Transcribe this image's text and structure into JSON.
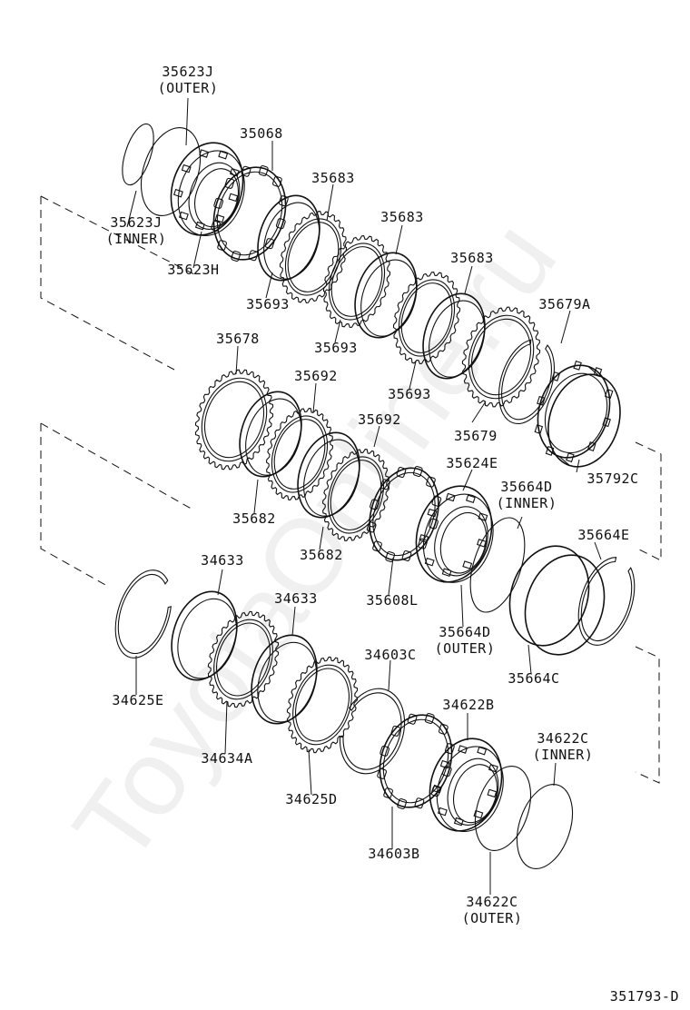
{
  "diagram_id": "351793-D",
  "watermark": "ToyotaOnline.ru",
  "parts": {
    "p35623J_outer": {
      "number": "35623J",
      "qualifier": "(OUTER)"
    },
    "p35623J_inner": {
      "number": "35623J",
      "qualifier": "(INNER)"
    },
    "p35068": {
      "number": "35068"
    },
    "p35623H": {
      "number": "35623H"
    },
    "p35683a": {
      "number": "35683"
    },
    "p35683b": {
      "number": "35683"
    },
    "p35683c": {
      "number": "35683"
    },
    "p35693a": {
      "number": "35693"
    },
    "p35693b": {
      "number": "35693"
    },
    "p35693c": {
      "number": "35693"
    },
    "p35679A": {
      "number": "35679A"
    },
    "p35679": {
      "number": "35679"
    },
    "p35678": {
      "number": "35678"
    },
    "p35692a": {
      "number": "35692"
    },
    "p35692b": {
      "number": "35692"
    },
    "p35682a": {
      "number": "35682"
    },
    "p35682b": {
      "number": "35682"
    },
    "p35624E": {
      "number": "35624E"
    },
    "p35664D_inner": {
      "number": "35664D",
      "qualifier": "(INNER)"
    },
    "p35664E": {
      "number": "35664E"
    },
    "p35792C": {
      "number": "35792C"
    },
    "p35608L": {
      "number": "35608L"
    },
    "p35664D_outer": {
      "number": "35664D",
      "qualifier": "(OUTER)"
    },
    "p35664C": {
      "number": "35664C"
    },
    "p34633a": {
      "number": "34633"
    },
    "p34633b": {
      "number": "34633"
    },
    "p34625E": {
      "number": "34625E"
    },
    "p34603C": {
      "number": "34603C"
    },
    "p34622B": {
      "number": "34622B"
    },
    "p34634A": {
      "number": "34634A"
    },
    "p34622C_inner": {
      "number": "34622C",
      "qualifier": "(INNER)"
    },
    "p34625D": {
      "number": "34625D"
    },
    "p34603B": {
      "number": "34603B"
    },
    "p34622C_outer": {
      "number": "34622C",
      "qualifier": "(OUTER)"
    }
  }
}
